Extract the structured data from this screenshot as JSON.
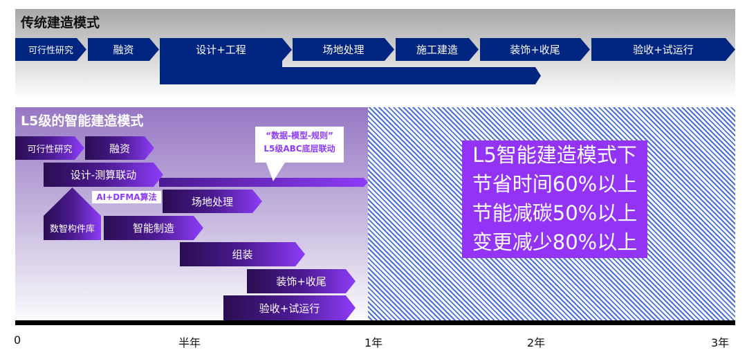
{
  "traditional": {
    "title": "传统建造模式",
    "stages": [
      "可行性研究",
      "融资",
      "设计+工程",
      "场地处理",
      "施工建造",
      "装饰+收尾",
      "验收+试运行"
    ]
  },
  "l5": {
    "title": "L5级的智能建造模式",
    "stages": {
      "feasibility": "可行性研究",
      "financing": "融资",
      "design": "设计-测算联动",
      "site": "场地处理",
      "library": "数智构件库",
      "manufacturing": "智能制造",
      "assembly": "组装",
      "finishing": "装饰+收尾",
      "acceptance": "验收+试运行"
    },
    "callout": [
      "“数据-模型-规则”",
      "L5级ABC底层联动"
    ],
    "ai_label": "AI+DFMA算法"
  },
  "result": [
    "L5智能建造模式下",
    "节省时间60%以上",
    "节能减碳50%以上",
    "变更减少80%以上"
  ],
  "axis": [
    "0",
    "半年",
    "1年",
    "2年",
    "3年"
  ],
  "colors": {
    "traditional": "#002580",
    "l5_dark": "#2a0d52",
    "l5_light": "#8d3cf7",
    "result_bg": "#9333f5",
    "hatch": "#4a6fd0"
  }
}
